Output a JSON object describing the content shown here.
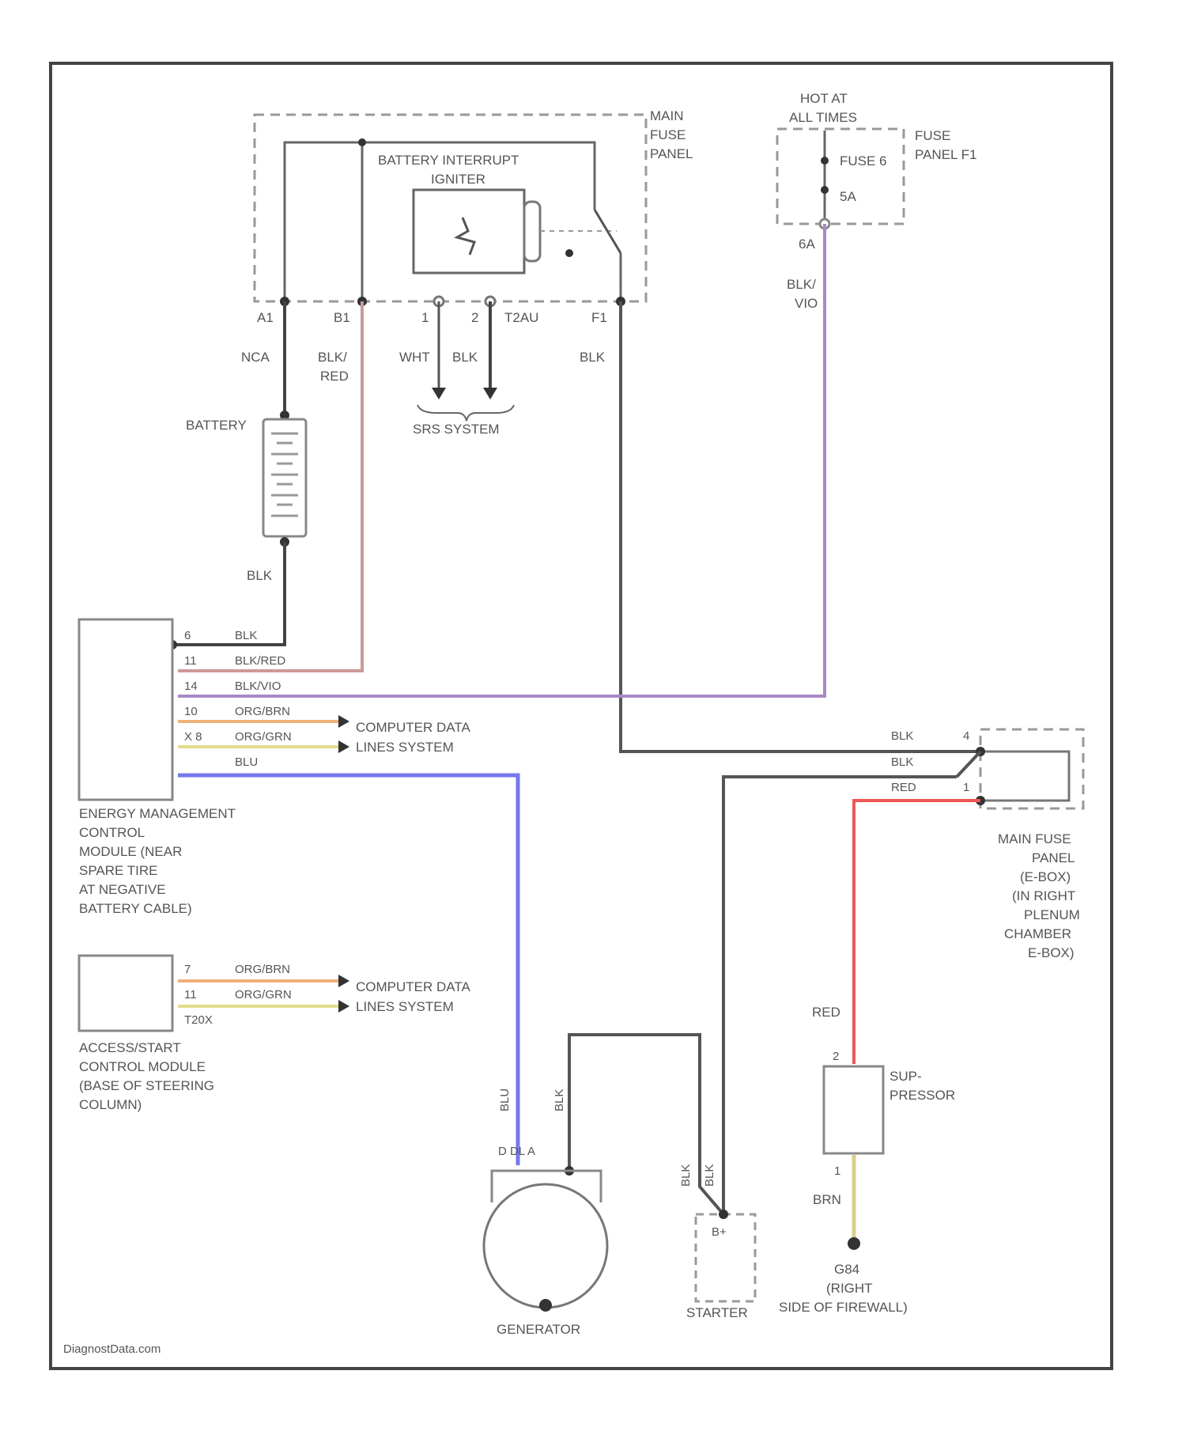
{
  "main_fuse_panel": {
    "l1": "MAIN",
    "l2": "FUSE",
    "l3": "PANEL"
  },
  "interrupt_igniter": {
    "l1": "BATTERY INTERRUPT",
    "l2": "IGNITER"
  },
  "hot_at_all_times": {
    "l1": "HOT AT",
    "l2": "ALL TIMES"
  },
  "fuse_panel_f1": {
    "l1": "FUSE",
    "l2": "PANEL F1",
    "fuse": "FUSE 6",
    "amps": "5A",
    "pin": "6A"
  },
  "pins": {
    "a1": "A1",
    "b1": "B1",
    "p1": "1",
    "p2": "2",
    "t2au": "T2AU",
    "f1": "F1"
  },
  "wires": {
    "nca": "NCA",
    "blk_red_1": "BLK/",
    "blk_red_2": "RED",
    "wht": "WHT",
    "blk": "BLK",
    "blk_f1": "BLK",
    "blk_vio_1": "BLK/",
    "blk_vio_2": "VIO",
    "blk_batt": "BLK",
    "red_comp": "RED",
    "brn_ground": "BRN",
    "gen_b1": "BLU",
    "gen_b2": "BLK",
    "starter_b1": "BLK",
    "starter_b2": "BLK"
  },
  "srs_system": "SRS SYSTEM",
  "battery": {
    "label": "BATTERY",
    "plus": "+"
  },
  "ecm_rows": [
    {
      "pin": "6",
      "wire": "BLK"
    },
    {
      "pin": "11",
      "wire": "BLK/RED"
    },
    {
      "pin": "14",
      "wire": "BLK/VIO"
    },
    {
      "pin": "10",
      "wire": "ORG/BRN"
    },
    {
      "pin": "X 8",
      "wire": "ORG/GRN"
    },
    {
      "pin": "",
      "wire": ""
    },
    {
      "pin": "",
      "wire": "BLU"
    }
  ],
  "computer_data": {
    "l1": "COMPUTER DATA",
    "l2": "LINES SYSTEM"
  },
  "energy_module": {
    "l1": "ENERGY MANAGEMENT",
    "l2": "CONTROL",
    "l3": "MODULE (NEAR",
    "l4": "SPARE TIRE",
    "l5": "AT NEGATIVE",
    "l6": "BATTERY CABLE)"
  },
  "access_rows": [
    {
      "pin": "7",
      "wire": "ORG/BRN"
    },
    {
      "pin": "11",
      "wire": "ORG/GRN"
    },
    {
      "pin": "T20X",
      "wire": ""
    }
  ],
  "access_module": {
    "l1": "ACCESS/START",
    "l2": "CONTROL MODULE",
    "l3": "(BASE OF STEERING",
    "l4": "COLUMN)"
  },
  "right_fuse_panel": {
    "rows": [
      {
        "pin": "4",
        "wire": "BLK"
      },
      {
        "pin": "",
        "wire": "BLK"
      },
      {
        "pin": "1",
        "wire": "RED"
      }
    ],
    "l1": "MAIN FUSE",
    "l2": "PANEL",
    "l3": "(E-BOX)",
    "l4": "(IN RIGHT",
    "l5": "PLENUM",
    "l6": "CHAMBER",
    "l7": "E-BOX)"
  },
  "compressor": {
    "pin_top": "2",
    "pin_bottom": "1",
    "l1": "SUP-",
    "l2": "PRESSOR"
  },
  "ground": {
    "l1": "G84",
    "l2": "(RIGHT",
    "l3": "SIDE OF FIREWALL)"
  },
  "generator": {
    "label": "GENERATOR",
    "pins": "D  DL  A"
  },
  "starter": {
    "label": "STARTER",
    "pin": "B+"
  },
  "footer": "DiagnostData.com"
}
